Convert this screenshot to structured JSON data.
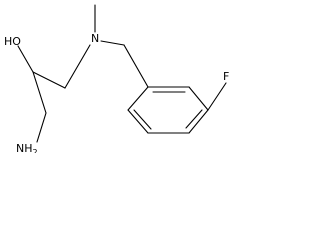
{
  "molecule": {
    "atoms": {
      "hydroxyl": "HO",
      "amine_n": "N",
      "fluorine": "F",
      "amino_n": "NH",
      "amino_sub": "2"
    },
    "colors": {
      "bond": "#000000",
      "label": "#000000",
      "background": "#ffffff"
    }
  }
}
